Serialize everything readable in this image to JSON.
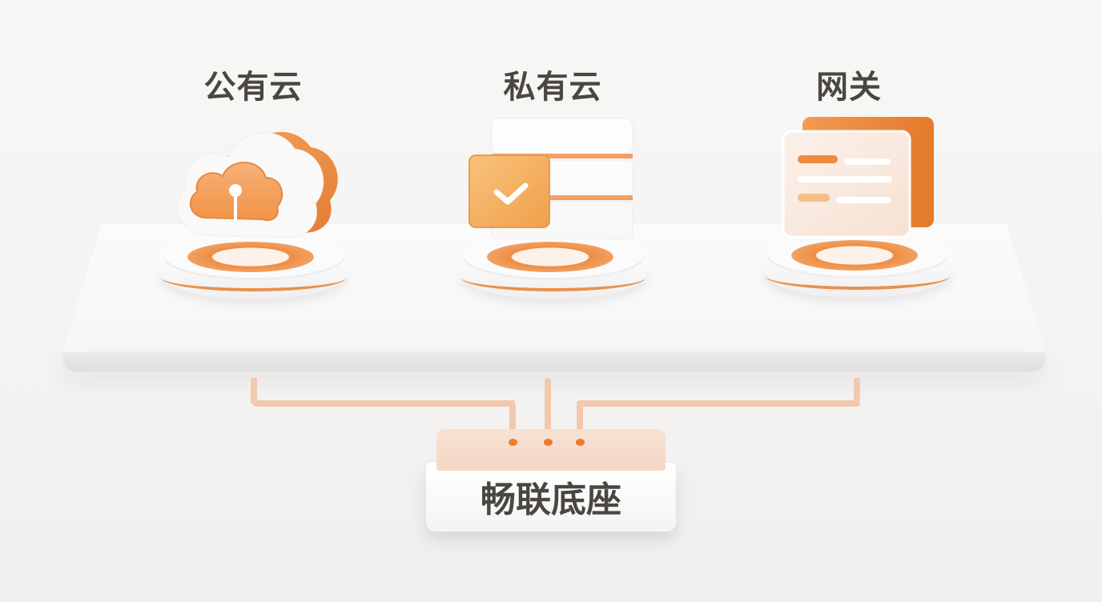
{
  "diagram": {
    "nodes": [
      {
        "id": "public-cloud",
        "label": "公有云",
        "icon": "cloud-upload-icon"
      },
      {
        "id": "private-cloud",
        "label": "私有云",
        "icon": "server-check-icon"
      },
      {
        "id": "gateway",
        "label": "网关",
        "icon": "panel-card-icon"
      }
    ],
    "base": {
      "label": "畅联底座"
    },
    "edges": [
      {
        "from": "public-cloud",
        "to": "base"
      },
      {
        "from": "private-cloud",
        "to": "base"
      },
      {
        "from": "gateway",
        "to": "base"
      }
    ]
  },
  "colors": {
    "accent": "#ec8e45",
    "accent_light": "#f5b27a",
    "pipe": "#f2c9ad",
    "text": "#4a4640",
    "background": "#f6f6f5"
  }
}
